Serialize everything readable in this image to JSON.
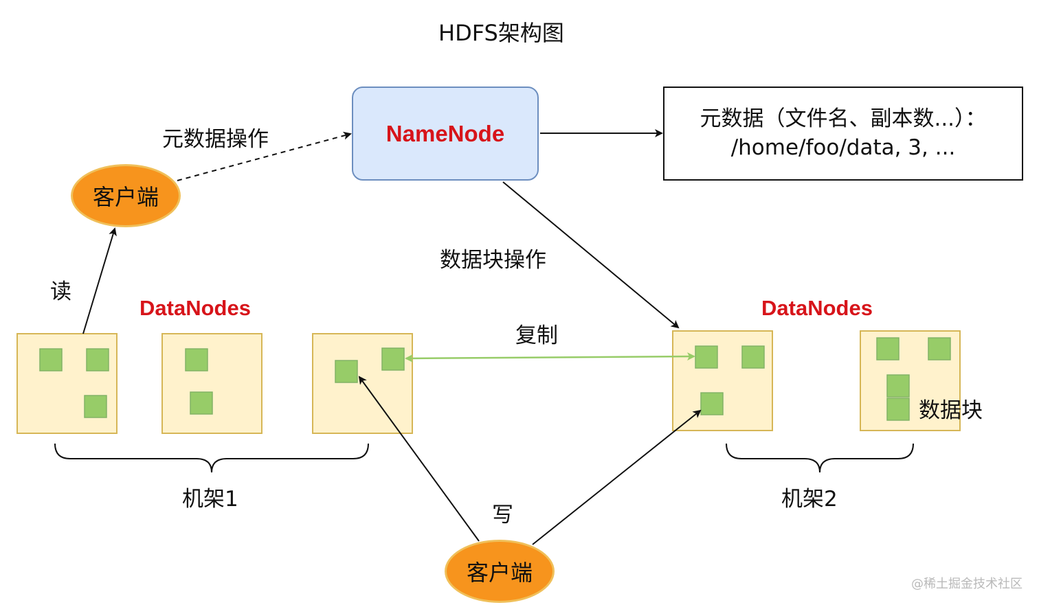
{
  "diagram": {
    "title": "HDFS架构图",
    "namenode": {
      "label": "NameNode"
    },
    "metadata": {
      "line1": "元数据（文件名、副本数...）：",
      "line2": "/home/foo/data, 3, ..."
    },
    "client_read": {
      "label": "客户端"
    },
    "client_write": {
      "label": "客户端"
    },
    "edges": {
      "metadata_op": "元数据操作",
      "block_op": "数据块操作",
      "read": "读",
      "write": "写",
      "replicate": "复制"
    },
    "datanodes_left_label": "DataNodes",
    "datanodes_right_label": "DataNodes",
    "block_label": "数据块",
    "rack1_label": "机架1",
    "rack2_label": "机架2",
    "racks": [
      {
        "name": "机架1",
        "datanode_count": 3,
        "blocks_per_datanode": [
          3,
          2,
          2
        ]
      },
      {
        "name": "机架2",
        "datanode_count": 2,
        "blocks_per_datanode": [
          3,
          4
        ]
      }
    ],
    "colors": {
      "namenode_fill": "#dae8fc",
      "namenode_border": "#6c8ebf",
      "datanode_fill": "#fff2cc",
      "datanode_border": "#d6b656",
      "block_fill": "#97cc68",
      "block_border": "#82b366",
      "client_fill": "#f7941d",
      "client_border": "#f0c05a",
      "highlight_text": "#d7141a",
      "replication_line": "#97cc68"
    }
  },
  "watermark": "@稀土掘金技术社区"
}
